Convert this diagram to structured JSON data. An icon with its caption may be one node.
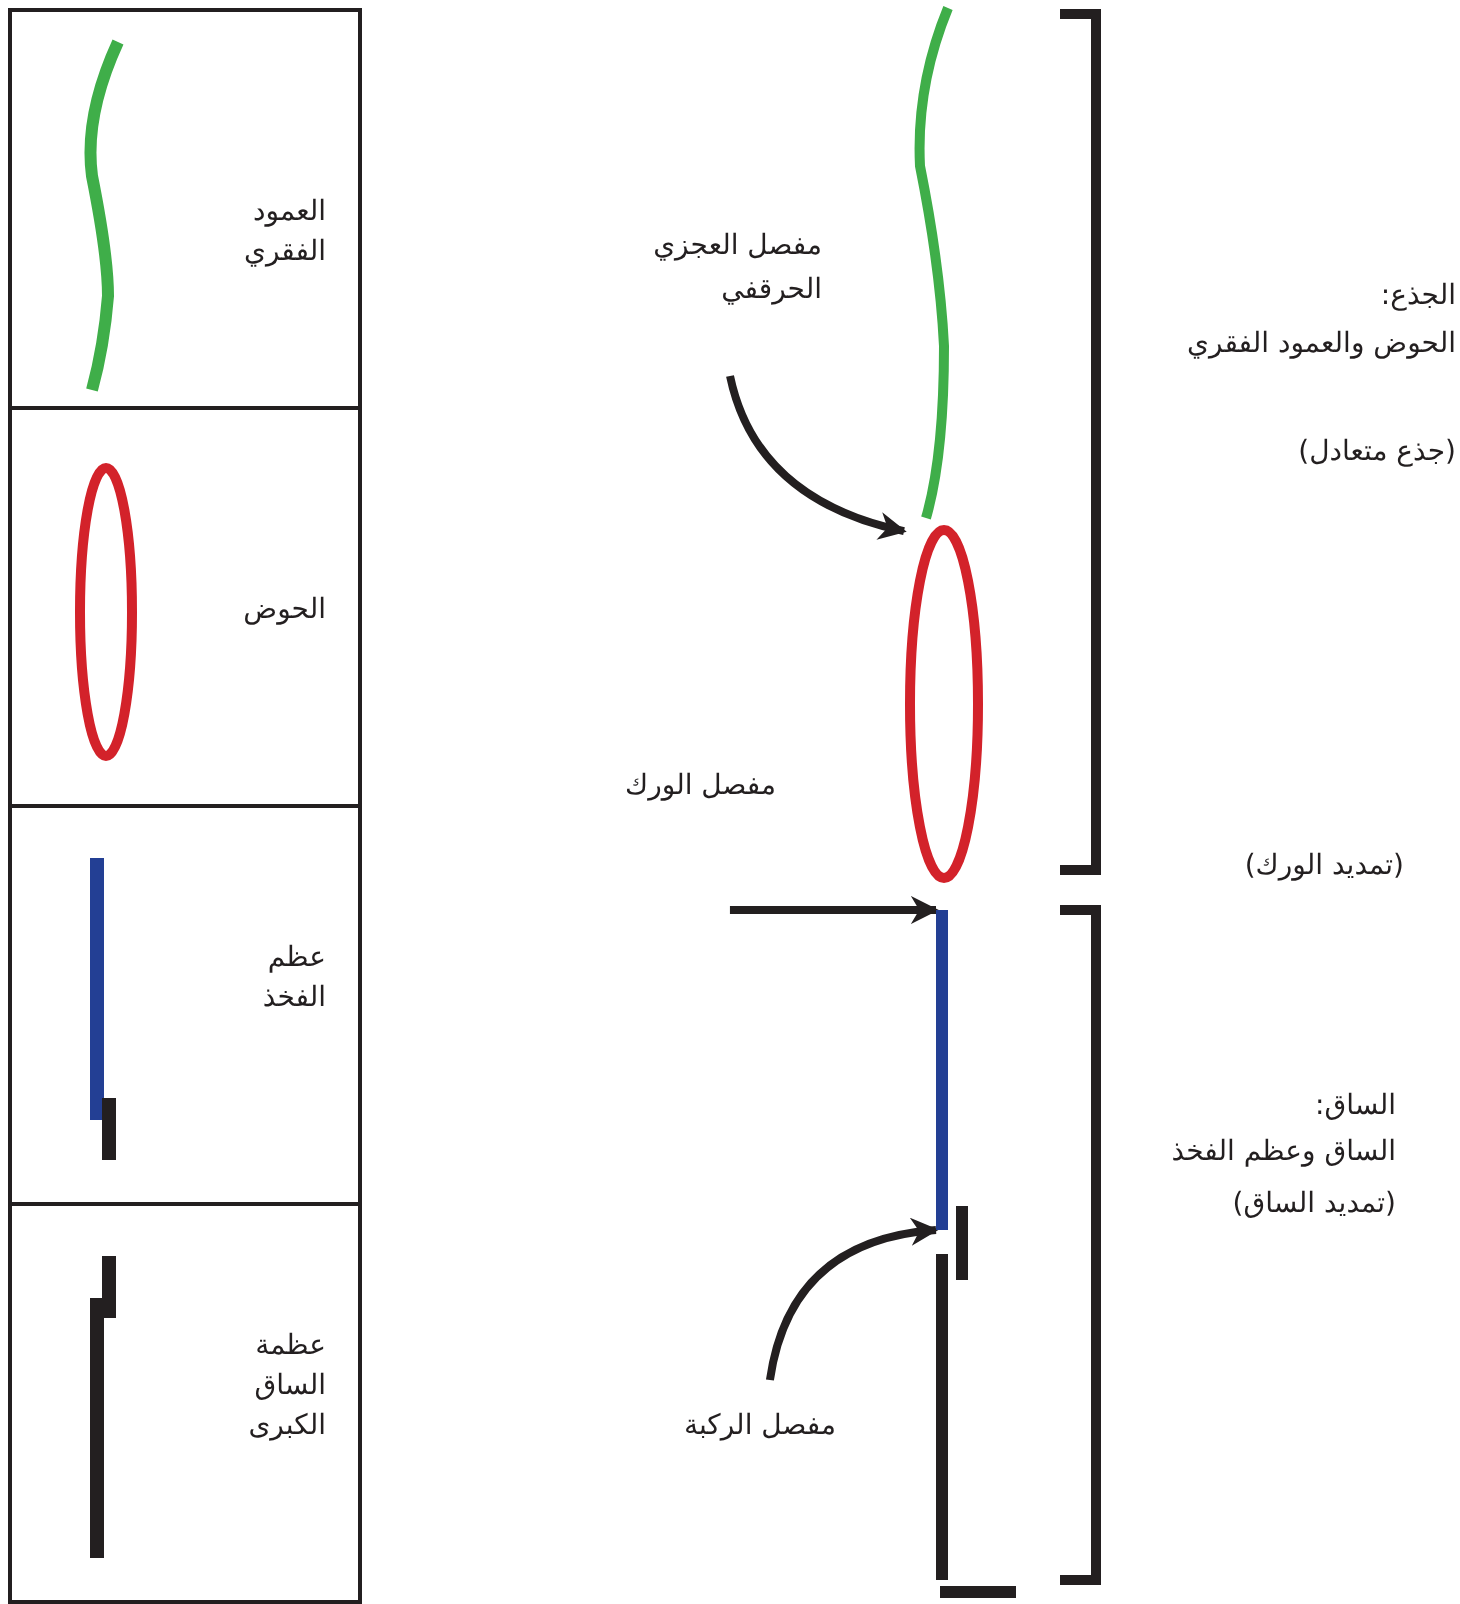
{
  "diagram": {
    "nodes": [
      {
        "text": [
          "العمود الفقري"
        ]
      },
      {
        "text": [
          "الحوض"
        ]
      },
      {
        "text": [
          "عظم الفخذ"
        ]
      },
      {
        "text": [
          "عظمة الساق الكبرى"
        ]
      },
      {
        "text": [
          "مفصل العجزي الحرقفي"
        ]
      },
      {
        "text": [
          "مفصل الورك"
        ]
      },
      {
        "text": [
          "مفصل الركبة"
        ]
      },
      {
        "text": [],
        "shape": "line"
      },
      {
        "text": [],
        "shape": "ellipse"
      },
      {
        "text": [],
        "shape": "bar"
      },
      {
        "text": [],
        "shape": "bar"
      },
      {
        "text": [],
        "shape": "bar"
      }
    ],
    "edges": [
      {
        "from": 4,
        "to": 8,
        "arrow": "to"
      },
      {
        "from": 5,
        "to": 9,
        "arrow": "to"
      },
      {
        "from": 6,
        "to": 9,
        "arrow": "to"
      }
    ],
    "labels": [
      "الجذع:",
      "الحوض والعمود الفقري",
      "(جذع متعادل)",
      "(تمديد الورك)",
      "الساق:",
      "الساق وعظم الفخذ",
      "(تمديد الساق)"
    ]
  }
}
